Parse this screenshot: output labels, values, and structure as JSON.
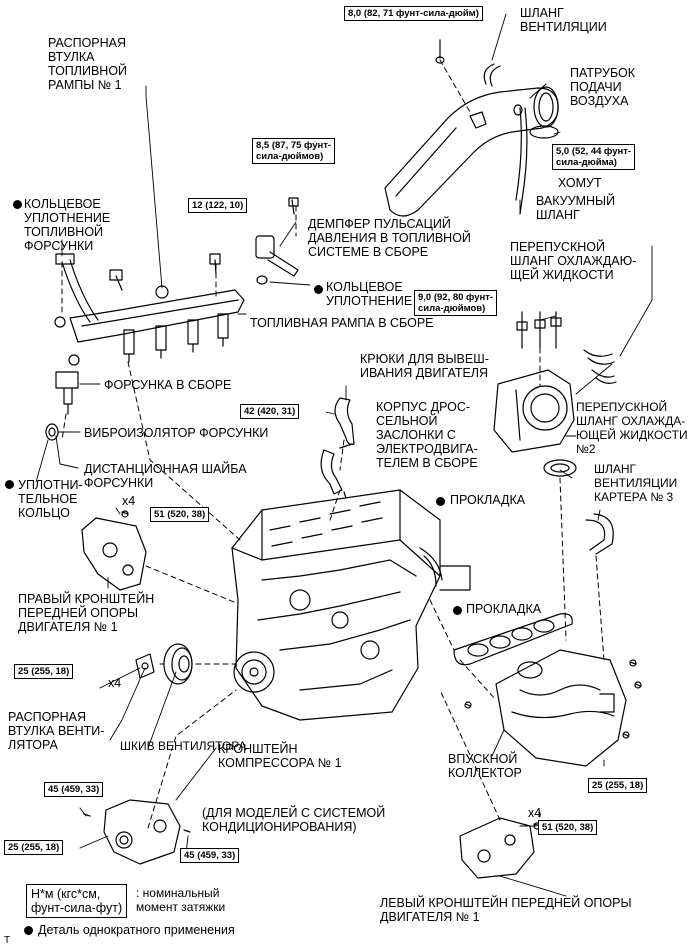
{
  "labels": {
    "fuel_rail_spacer": "РАСПОРНАЯ\nВТУЛКА\nТОПЛИВНОЙ\nРАМПЫ № 1",
    "injector_oring": "КОЛЬЦЕВОЕ\nУПЛОТНЕНИЕ\nТОПЛИВНОЙ\nФОРСУНКИ",
    "damper": "ДЕМПФЕР ПУЛЬСАЦИЙ\nДАВЛЕНИЯ В ТОПЛИВНОЙ\nСИСТЕМЕ В СБОРЕ",
    "oring": "КОЛЬЦЕВОЕ\nУПЛОТНЕНИЕ",
    "fuel_rail": "ТОПЛИВНАЯ РАМПА В СБОРЕ",
    "injector": "ФОРСУНКА В СБОРЕ",
    "vibro_insulator": "ВИБРОИЗОЛЯТОР ФОРСУНКИ",
    "spacer_washer": "ДИСТАНЦИОННАЯ ШАЙБА\nФОРСУНКИ",
    "seal_ring": "УПЛОТНИ-\nТЕЛЬНОЕ\nКОЛЬЦО",
    "x4_a": "x4",
    "right_bracket": "ПРАВЫЙ КРОНШТЕЙН\nПЕРЕДНЕЙ ОПОРЫ\nДВИГАТЕЛЯ № 1",
    "x4_b": "x4",
    "fan_spacer": "РАСПОРНАЯ\nВТУЛКА ВЕНТИ-\nЛЯТОРА",
    "fan_pulley": "ШКИВ ВЕНТИЛЯТОРА",
    "compressor_bracket": "КРОНШТЕЙН\nКОМПРЕССОРА № 1",
    "ac_models": "(ДЛЯ МОДЕЛЕЙ С СИСТЕМОЙ\nКОНДИЦИОНИРОВАНИЯ)",
    "vent_hose": "ШЛАНГ\nВЕНТИЛЯЦИИ",
    "air_intake": "ПАТРУБОК\nПОДАЧИ\nВОЗДУХА",
    "clamp": "ХОМУТ",
    "vacuum_hose": "ВАКУУМНЫЙ\nШЛАНГ",
    "bypass_hose_top": "ПЕРЕПУСКНОЙ\nШЛАНГ ОХЛАЖДАЮ-\nЩЕЙ ЖИДКОСТИ",
    "engine_hooks": "КРЮКИ ДЛЯ ВЫВЕШ-\nИВАНИЯ ДВИГАТЕЛЯ",
    "throttle_body": "КОРПУС ДРОС-\nСЕЛЬНОЙ\nЗАСЛОНКИ С\nЭЛЕКТРОДВИГА-\nТЕЛЕМ В СБОРЕ",
    "bypass_hose_2": "ПЕРЕПУСКНОЙ\nШЛАНГ ОХЛАЖДА-\nЮЩЕЙ ЖИДКОСТИ\n№2",
    "gasket_1": "ПРОКЛАДКА",
    "crankcase_vent": "ШЛАНГ\nВЕНТИЛЯЦИИ\nКАРТЕРА № 3",
    "gasket_2": "ПРОКЛАДКА",
    "intake_manifold": "ВПУСКНОЙ\nКОЛЛЕКТОР",
    "x4_c": "x4",
    "left_bracket": "ЛЕВЫЙ КРОНШТЕЙН ПЕРЕДНЕЙ ОПОРЫ\nДВИГАТЕЛЯ № 1"
  },
  "torques": {
    "t1": "8,0 (82, 71 фунт-сила-дюйм)",
    "t2": "8,5 (87, 75 фунт-\nсила-дюймов)",
    "t3": "12 (122, 10)",
    "t4": "5,0 (52, 44 фунт-\nсила-дюйма)",
    "t5": "9,0 (92, 80 фунт-\nсила-дюймов)",
    "t6": "42 (420, 31)",
    "t7": "51 (520, 38)",
    "t8": "25 (255, 18)",
    "t9": "45 (459, 33)",
    "t10": "25 (255, 18)",
    "t11": "45 (459, 33)",
    "t12": "25 (255, 18)",
    "t13": "51 (520, 38)"
  },
  "legend": {
    "unit_box": "Н*м (кгс*см,\nфунт-сила-фут)",
    "unit_desc": ": номинальный\nмомент затяжки",
    "single_use": "Деталь однократного применения"
  },
  "corner_mark": "T"
}
